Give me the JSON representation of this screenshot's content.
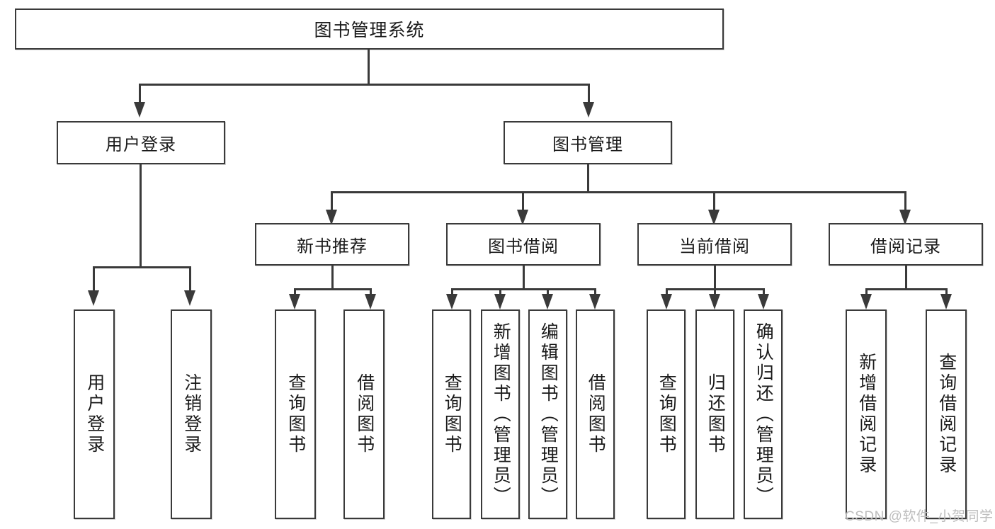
{
  "diagram": {
    "type": "tree",
    "title": "图书管理系统",
    "levels": {
      "root": {
        "label": "图书管理系统"
      },
      "level2": [
        {
          "label": "用户登录"
        },
        {
          "label": "图书管理"
        }
      ],
      "level3": [
        {
          "label": "新书推荐"
        },
        {
          "label": "图书借阅"
        },
        {
          "label": "当前借阅"
        },
        {
          "label": "借阅记录"
        }
      ],
      "leaves": [
        {
          "label": "用户登录",
          "parent": "用户登录"
        },
        {
          "label": "注销登录",
          "parent": "用户登录"
        },
        {
          "label": "查询图书",
          "parent": "新书推荐"
        },
        {
          "label": "借阅图书",
          "parent": "新书推荐"
        },
        {
          "label": "查询图书",
          "parent": "图书借阅"
        },
        {
          "label": "新增图书（管理员）",
          "parent": "图书借阅"
        },
        {
          "label": "编辑图书（管理员）",
          "parent": "图书借阅"
        },
        {
          "label": "借阅图书",
          "parent": "图书借阅"
        },
        {
          "label": "查询图书",
          "parent": "当前借阅"
        },
        {
          "label": "归还图书",
          "parent": "当前借阅"
        },
        {
          "label": "确认归还（管理员）",
          "parent": "当前借阅"
        },
        {
          "label": "新增借阅记录",
          "parent": "借阅记录"
        },
        {
          "label": "查询借阅记录",
          "parent": "借阅记录"
        }
      ]
    }
  },
  "watermark": {
    "text": "CSDN @软件_小贺同学"
  },
  "colors": {
    "stroke": "#3a3a3a",
    "background": "#ffffff",
    "text": "#1a1a1a",
    "watermark": "#bdbdbd"
  }
}
